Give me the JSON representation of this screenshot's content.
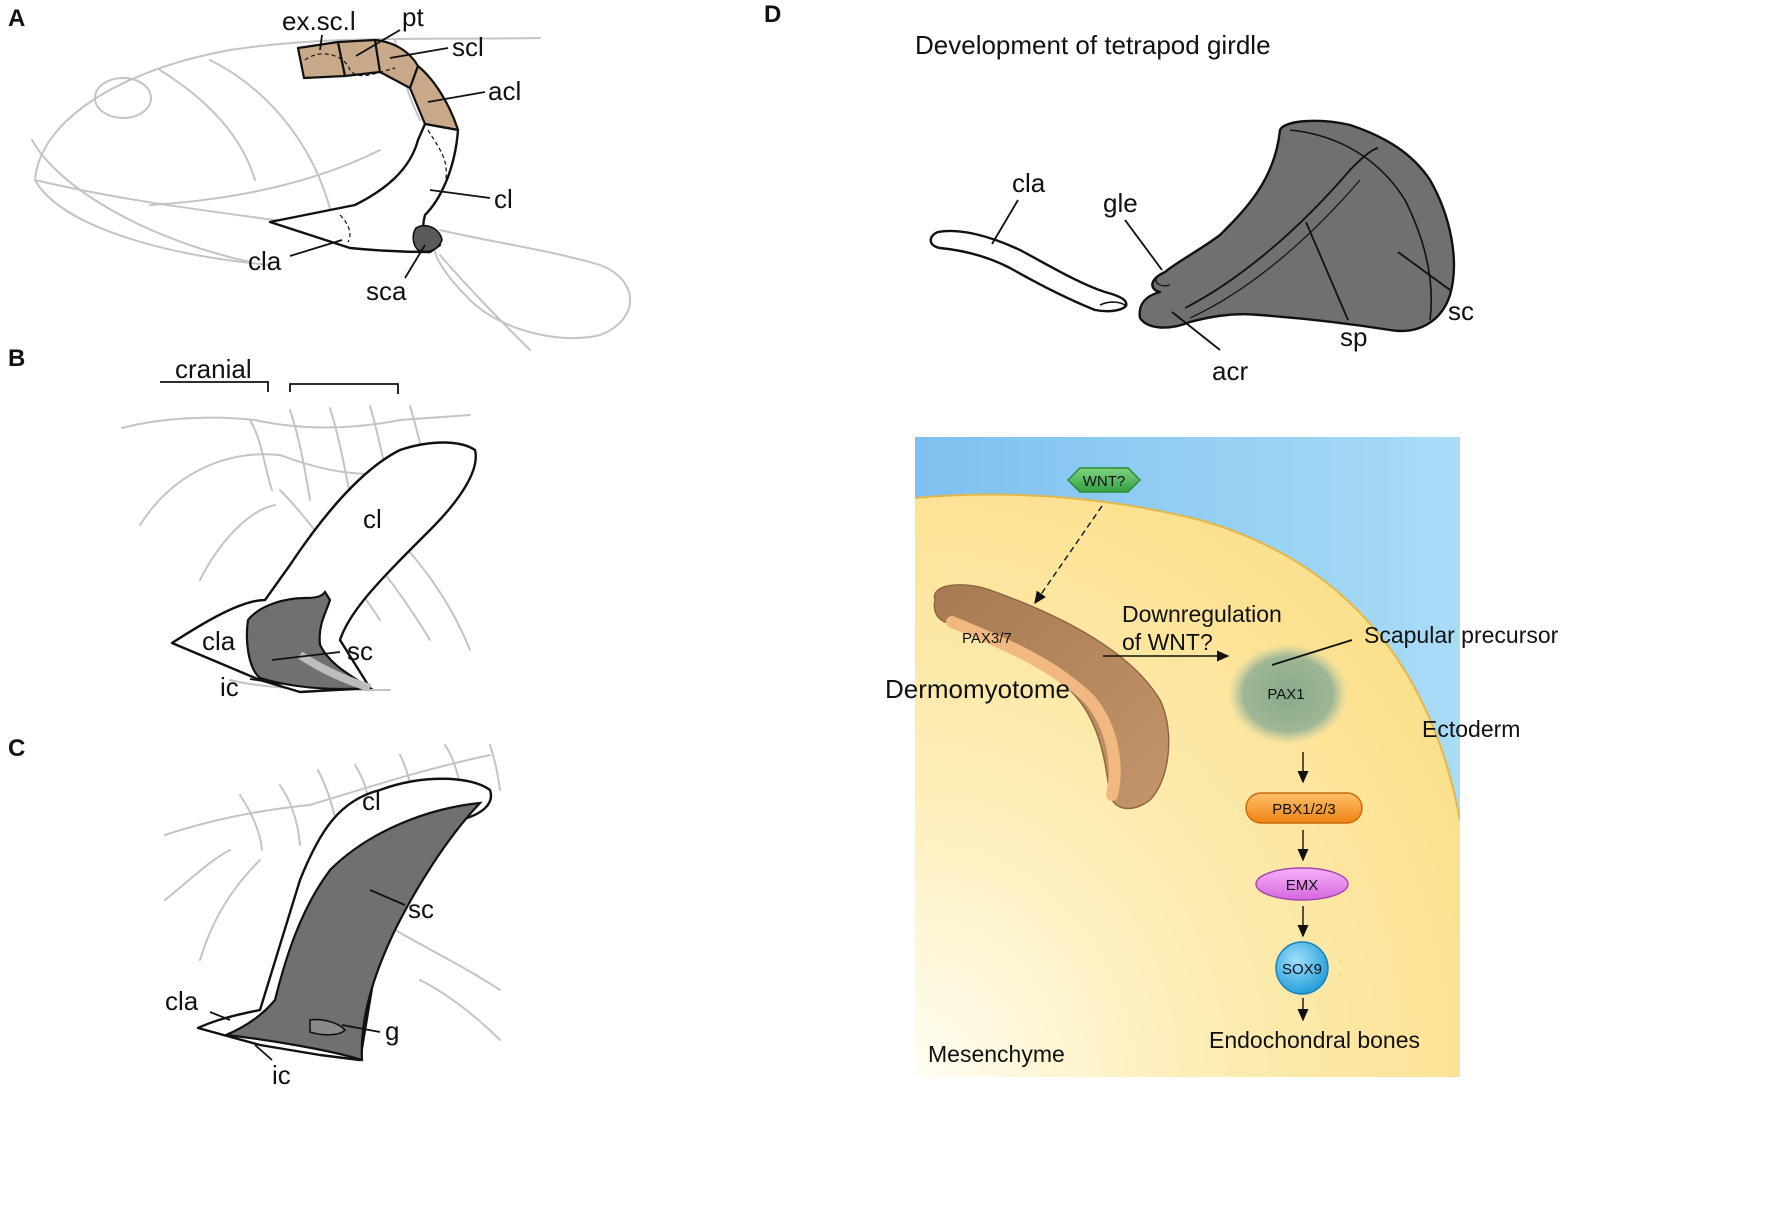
{
  "panels": {
    "a": {
      "letter": "A",
      "labels": {
        "ex_sc_l": "ex.sc.l",
        "pt": "pt",
        "scl": "scl",
        "acl": "acl",
        "cl": "cl",
        "cla": "cla",
        "sca": "sca"
      }
    },
    "b": {
      "letter": "B",
      "labels": {
        "cranial": "cranial",
        "cl": "cl",
        "cla": "cla",
        "sc": "sc",
        "ic": "ic"
      }
    },
    "c": {
      "letter": "C",
      "labels": {
        "cl": "cl",
        "sc": "sc",
        "cla": "cla",
        "g": "g",
        "ic": "ic"
      }
    },
    "d": {
      "letter": "D",
      "title": "Development of tetrapod girdle",
      "labels": {
        "cla": "cla",
        "gle": "gle",
        "acr": "acr",
        "sp": "sp",
        "sc": "sc"
      },
      "pathway": {
        "wnt": "WNT?",
        "pax37": "PAX3/7",
        "dermomyotome": "Dermomyotome",
        "downregulation_line1": "Downregulation",
        "downregulation_line2": "of WNT?",
        "scapular_precursor": "Scapular precursor",
        "pax1": "PAX1",
        "ectoderm": "Ectoderm",
        "pbx": "PBX1/2/3",
        "emx": "EMX",
        "sox9": "SOX9",
        "endochondral": "Endochondral bones",
        "mesenchyme": "Mesenchyme"
      },
      "colors": {
        "ectoderm": "#8cc8f0",
        "mesenchyme": "#fbe49a",
        "dermomyotome": "#b8865a",
        "wnt": "#4caf50",
        "pbx": "#f59a2a",
        "emx": "#e07ae8",
        "sox9": "#3ab4ea",
        "pax1": "#8aaa8c"
      }
    }
  }
}
